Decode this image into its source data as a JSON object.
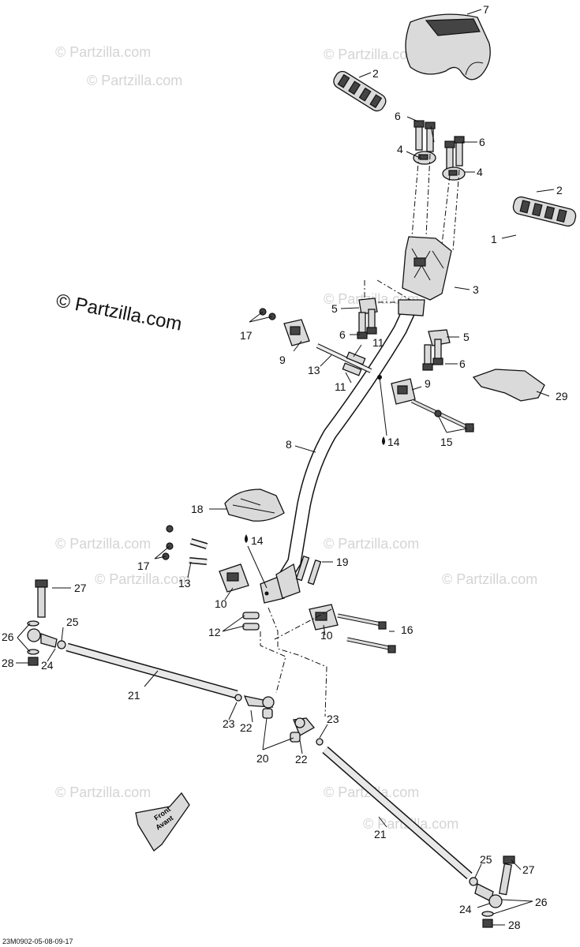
{
  "watermarks": {
    "main": "© Partzilla.com",
    "faint": "© Partzilla.com"
  },
  "diagram_code": "23M0902-05-08-09-17",
  "front_arrow": {
    "line1": "Front",
    "line2": "Avant"
  },
  "callouts": {
    "c1": "1",
    "c2a": "2",
    "c2b": "2",
    "c3": "3",
    "c4a": "4",
    "c4b": "4",
    "c5a": "5",
    "c5b": "5",
    "c6a": "6",
    "c6b": "6",
    "c6c": "6",
    "c6d": "6",
    "c7": "7",
    "c8": "8",
    "c9a": "9",
    "c9b": "9",
    "c10a": "10",
    "c10b": "10",
    "c11a": "11",
    "c11b": "11",
    "c12": "12",
    "c13a": "13",
    "c13b": "13",
    "c14a": "14",
    "c14b": "14",
    "c15": "15",
    "c16": "16",
    "c17a": "17",
    "c17b": "17",
    "c18": "18",
    "c19": "19",
    "c20": "20",
    "c21a": "21",
    "c21b": "21",
    "c22a": "22",
    "c22b": "22",
    "c23a": "23",
    "c23b": "23",
    "c24a": "24",
    "c24b": "24",
    "c25a": "25",
    "c25b": "25",
    "c26a": "26",
    "c26b": "26",
    "c27a": "27",
    "c27b": "27",
    "c28a": "28",
    "c28b": "28",
    "c29": "29"
  },
  "colors": {
    "line": "#111111",
    "part_fill": "#dadada",
    "watermark": "#d4d4d4"
  }
}
